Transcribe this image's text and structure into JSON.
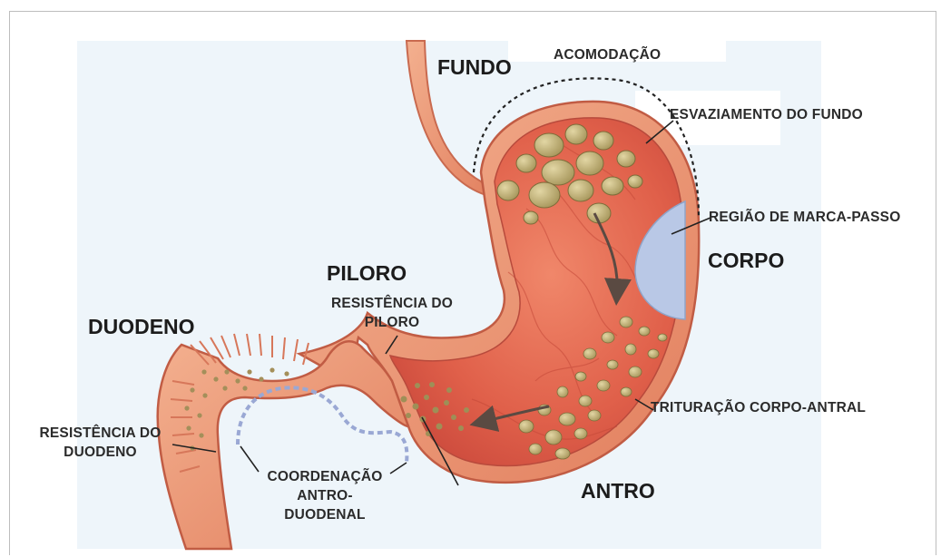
{
  "labels": {
    "fundo": "FUNDO",
    "acomodacao": "ACOMODAÇÃO",
    "esvaziamento": "ESVAZIAMENTO DO FUNDO",
    "marca_passo": "REGIÃO DE MARCA-PASSO",
    "corpo": "CORPO",
    "piloro": "PILORO",
    "resistencia_piloro_1": "RESISTÊNCIA DO",
    "resistencia_piloro_2": "PILORO",
    "duodeno": "DUODENO",
    "resistencia_duodeno_1": "RESISTÊNCIA DO",
    "resistencia_duodeno_2": "DUODENO",
    "coordenacao_1": "COORDENAÇÃO",
    "coordenacao_2": "ANTRO-",
    "coordenacao_3": "DUODENAL",
    "trituracao": "TRITURAÇÃO CORPO-ANTRAL",
    "antro": "ANTRO"
  },
  "colors": {
    "stomach_wall": "#e88a68",
    "stomach_inner": "#df5b45",
    "pacemaker": "#b9c8e6",
    "food": "#bfae72",
    "background_panel": "#eef5fa"
  }
}
